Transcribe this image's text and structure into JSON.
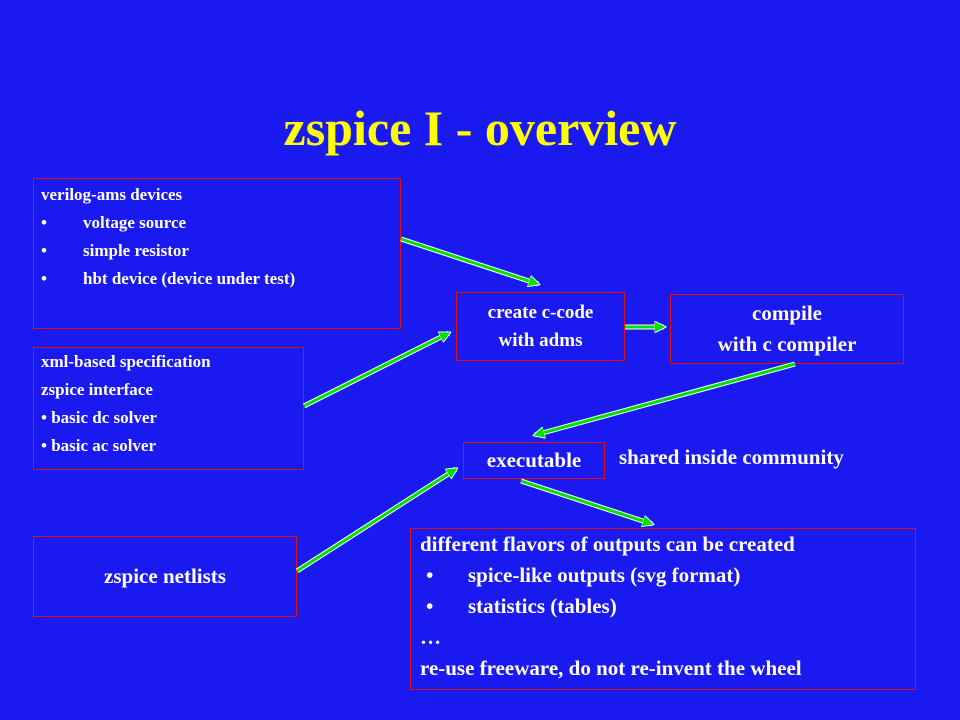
{
  "title": "zspice I - overview",
  "verilog_box": {
    "heading": "verilog-ams devices",
    "bullet": "•",
    "items": [
      "voltage source",
      "simple resistor",
      "hbt device (device under test)"
    ]
  },
  "xml_box": {
    "line1": "xml-based specification",
    "line2": "zspice interface",
    "items": [
      "• basic dc solver",
      "• basic ac solver"
    ]
  },
  "netlists_box": {
    "label": "zspice netlists"
  },
  "adms_box": {
    "line1": "create c-code",
    "line2": "with adms"
  },
  "compile_box": {
    "line1": "compile",
    "line2": "with c compiler"
  },
  "executable_box": {
    "label": "executable"
  },
  "shared_label": "shared inside community",
  "outputs_box": {
    "heading": "different flavors of outputs can be created",
    "bullet": "•",
    "items": [
      "spice-like outputs (svg format)",
      "statistics (tables)"
    ],
    "ellipsis": "…",
    "footer": "re-use freeware, do not re-invent the wheel"
  },
  "colors": {
    "background": "#1919f0",
    "title": "#ffff00",
    "box_border": "#e01010",
    "arrow": "#00e000",
    "text": "#ffffff"
  }
}
